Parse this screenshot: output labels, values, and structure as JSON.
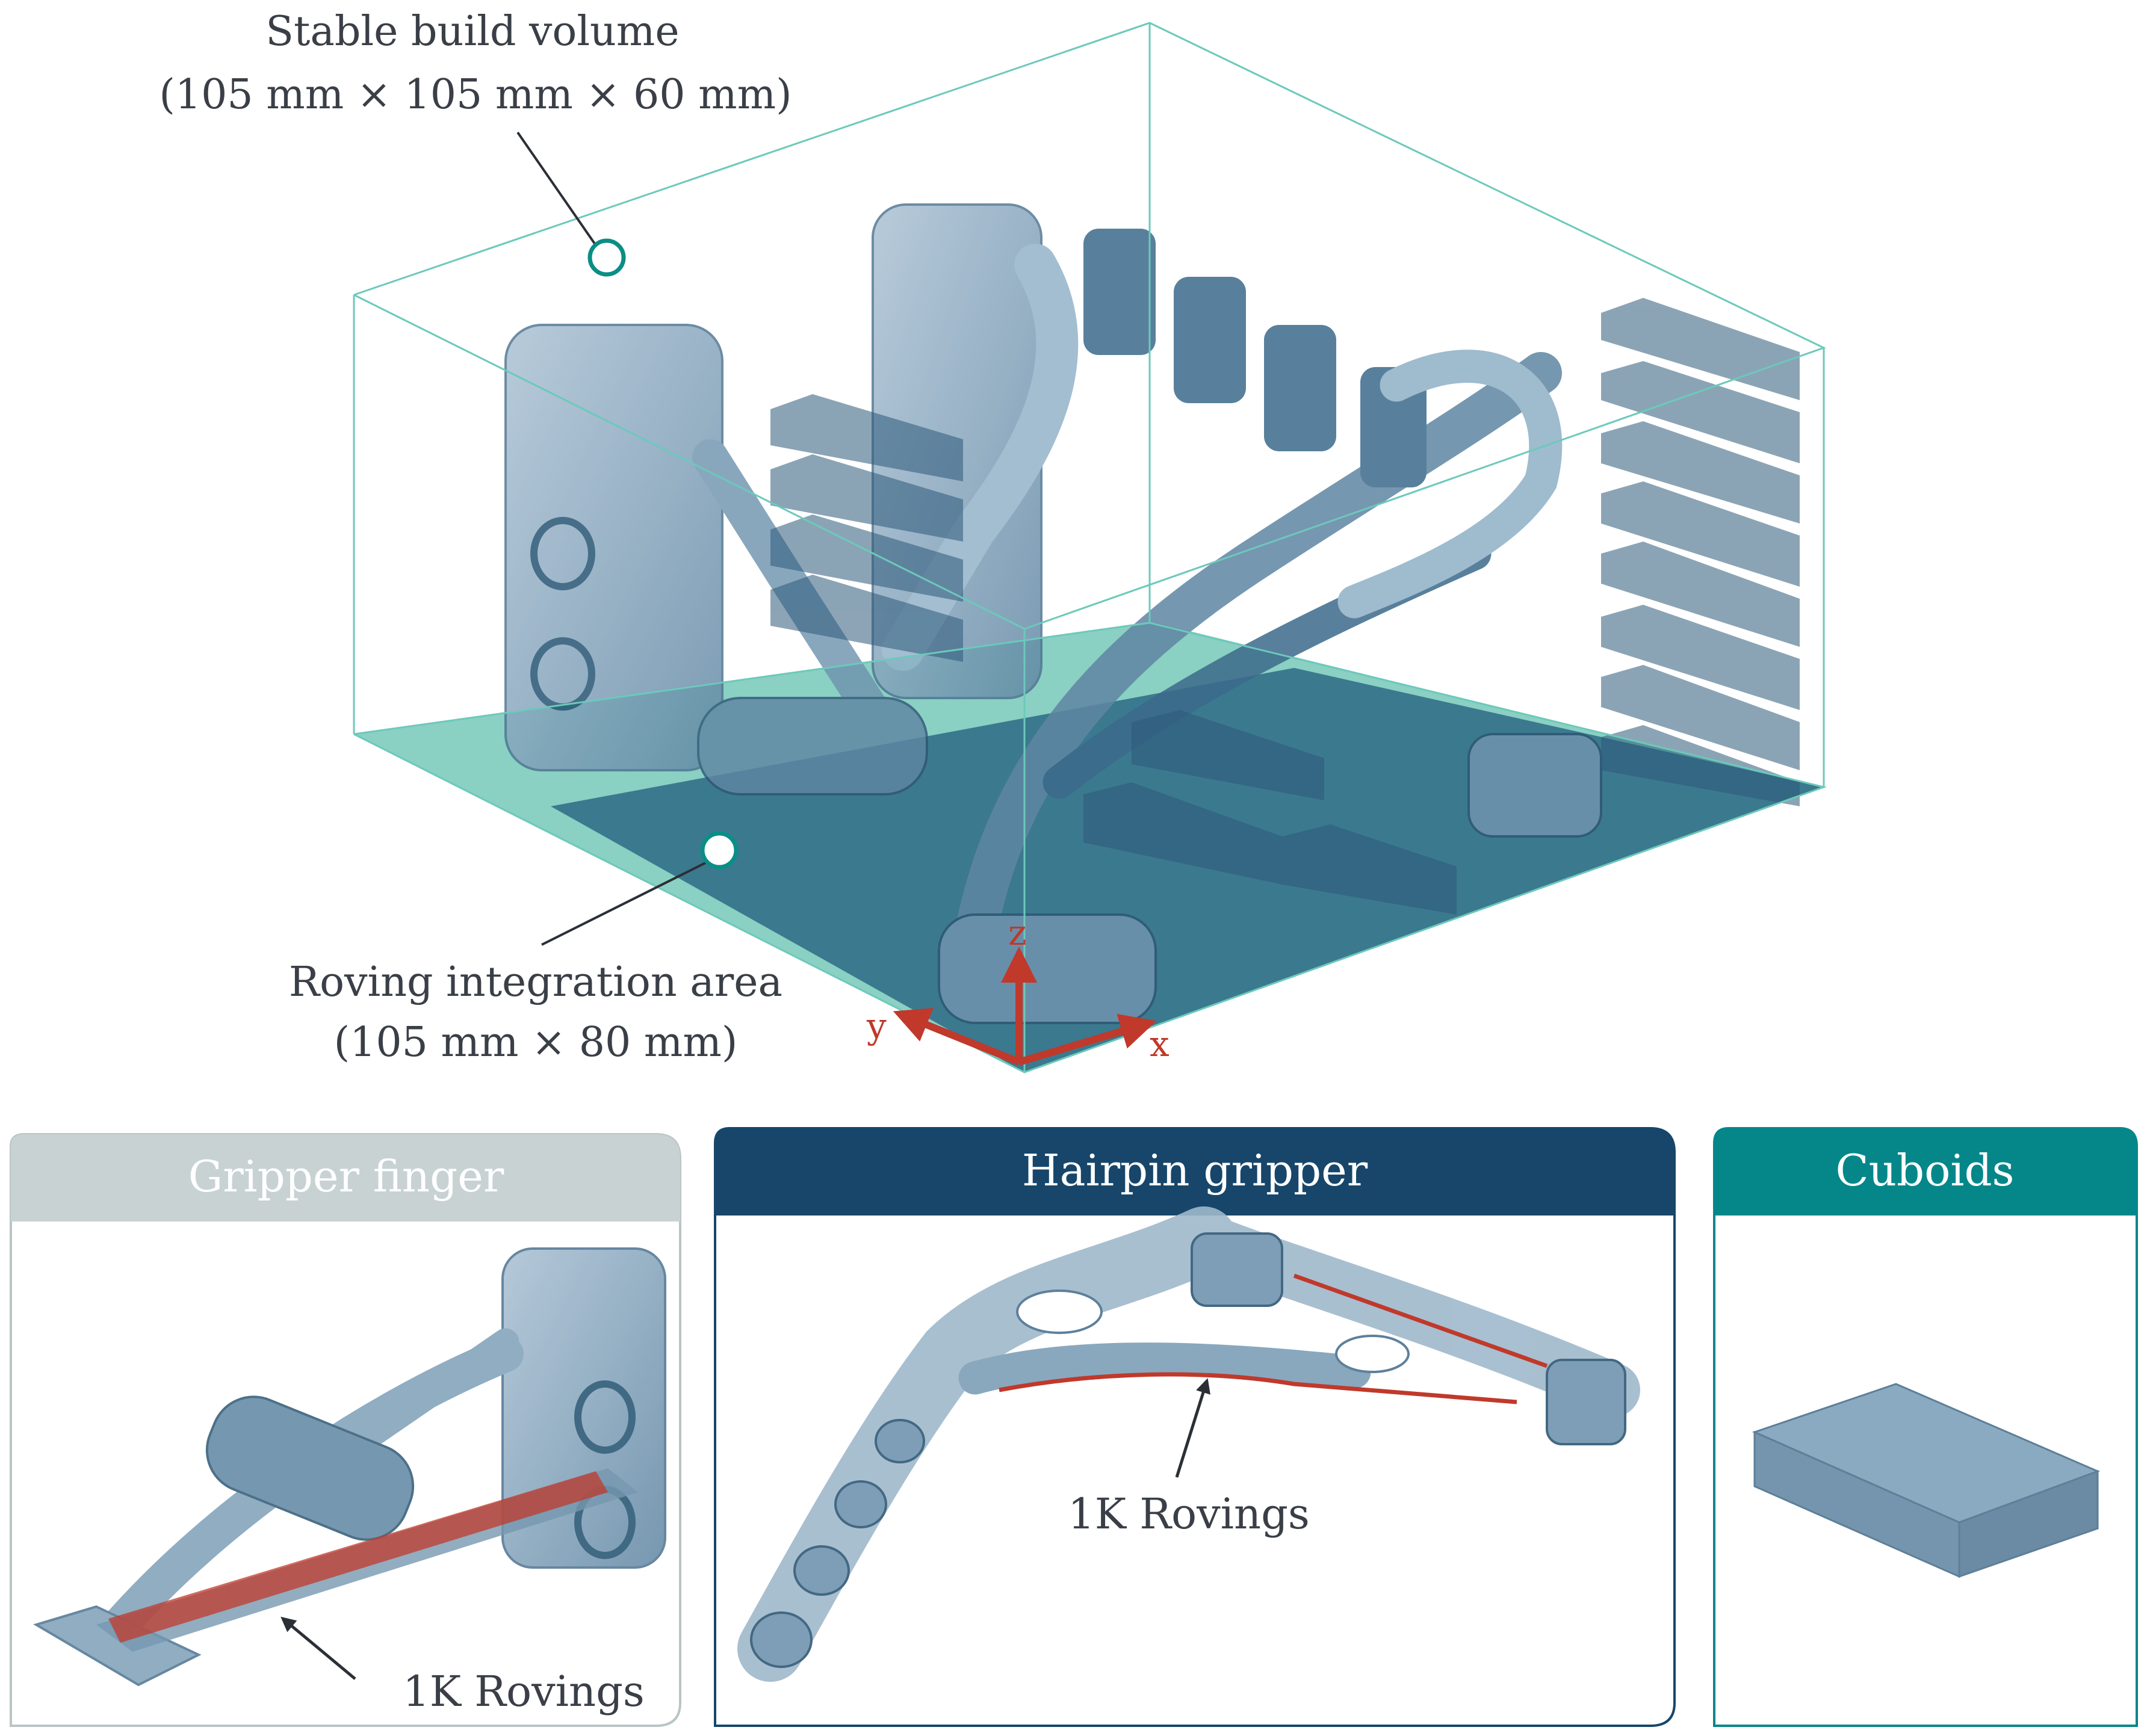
{
  "main": {
    "build_volume_label": "Stable build volume",
    "build_volume_dims": "(105 mm × 105 mm × 60 mm)",
    "roving_area_label": "Roving integration area",
    "roving_area_dims": "(105 mm × 80 mm)",
    "axes": {
      "x": "x",
      "y": "y",
      "z": "z"
    }
  },
  "panels": {
    "gripper_finger": {
      "title": "Gripper finger",
      "rovings_label": "1K Rovings"
    },
    "hairpin_gripper": {
      "title": "Hairpin gripper",
      "rovings_label": "1K Rovings"
    },
    "cuboids": {
      "title": "Cuboids"
    }
  },
  "colors": {
    "build_volume_line": "#6cc9bb",
    "build_plate": "#7dcbbd",
    "roving_area": "#2d6a86",
    "part_fill": "#7d9fb8",
    "part_dark": "#1f4f6e",
    "axis": "#c0392b",
    "rovings": "#c0392b",
    "panel_gripper_finger": "#c8d2d2",
    "panel_hairpin_gripper": "#17466a",
    "panel_cuboids": "#05878a"
  }
}
